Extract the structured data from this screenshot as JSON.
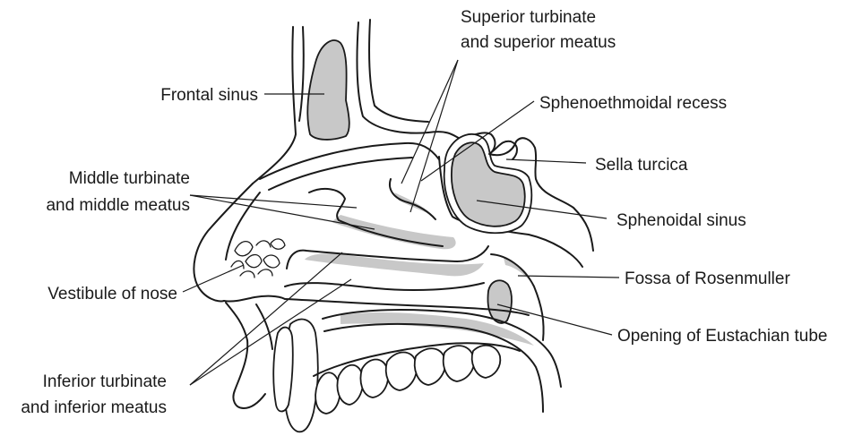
{
  "colors": {
    "ink": "#1a1a1a",
    "shade": "#c8c8c8",
    "background": "#ffffff"
  },
  "labels": {
    "superior_turbinate": [
      "Superior turbinate",
      "and superior meatus"
    ],
    "frontal_sinus": "Frontal sinus",
    "sphenoethmoidal_recess": "Sphenoethmoidal recess",
    "sella_turcica": "Sella turcica",
    "middle_turbinate": [
      "Middle turbinate",
      "and middle meatus"
    ],
    "sphenoidal_sinus": "Sphenoidal sinus",
    "vestibule": "Vestibule of nose",
    "fossa_rosenmuller": "Fossa of Rosenmuller",
    "eustachian_opening": "Opening of Eustachian tube",
    "inferior_turbinate": [
      "Inferior turbinate",
      "and inferior meatus"
    ]
  }
}
